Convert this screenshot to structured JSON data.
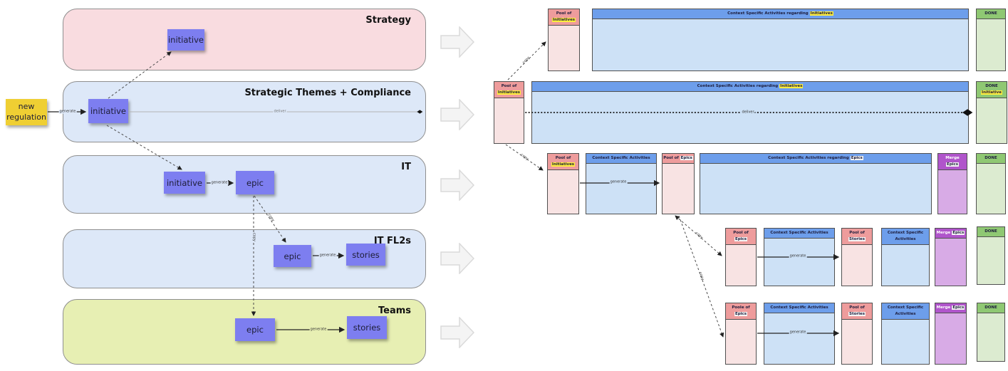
{
  "diagram": {
    "lanes": [
      {
        "label": "Strategy"
      },
      {
        "label": "Strategic Themes + Compliance"
      },
      {
        "label": "IT"
      },
      {
        "label": "IT FL2s"
      },
      {
        "label": "Teams"
      }
    ],
    "stickies": {
      "new_regulation": "new regulation",
      "initiative": "initiative",
      "epic": "epic",
      "stories": "stories"
    },
    "edge_labels": {
      "generate": "generate",
      "deliver": "deliver",
      "copy": "copy"
    },
    "boards": {
      "pool_prefix": "Pool of",
      "poole_prefix": "Poole of",
      "merge_prefix": "Merge",
      "initiatives": "Initiatives",
      "initiative": "Initiative",
      "epics": "Epics",
      "stories": "Stories",
      "csa": "Context Specific Activities",
      "csa_regarding": "Context Specific Activities regarding",
      "done": "DONE"
    }
  },
  "colors": {
    "lane_pink": "#f9dce0",
    "lane_blue": "#dde8f8",
    "lane_teams": "#e7efb3",
    "sticky_purple": "#7d7ef0",
    "sticky_yellow": "#efcf33",
    "pool_header": "#ee9c9c",
    "pool_body": "#f8e3e3",
    "ctx_header": "#6d9eeb",
    "ctx_body": "#cde1f6",
    "done_header": "#8fc873",
    "done_body": "#dcebd0",
    "merge_header": "#b055cb",
    "merge_body": "#d8abe6",
    "hl_yellow": "#ffee3e",
    "hl_white": "#f5f5f5"
  }
}
